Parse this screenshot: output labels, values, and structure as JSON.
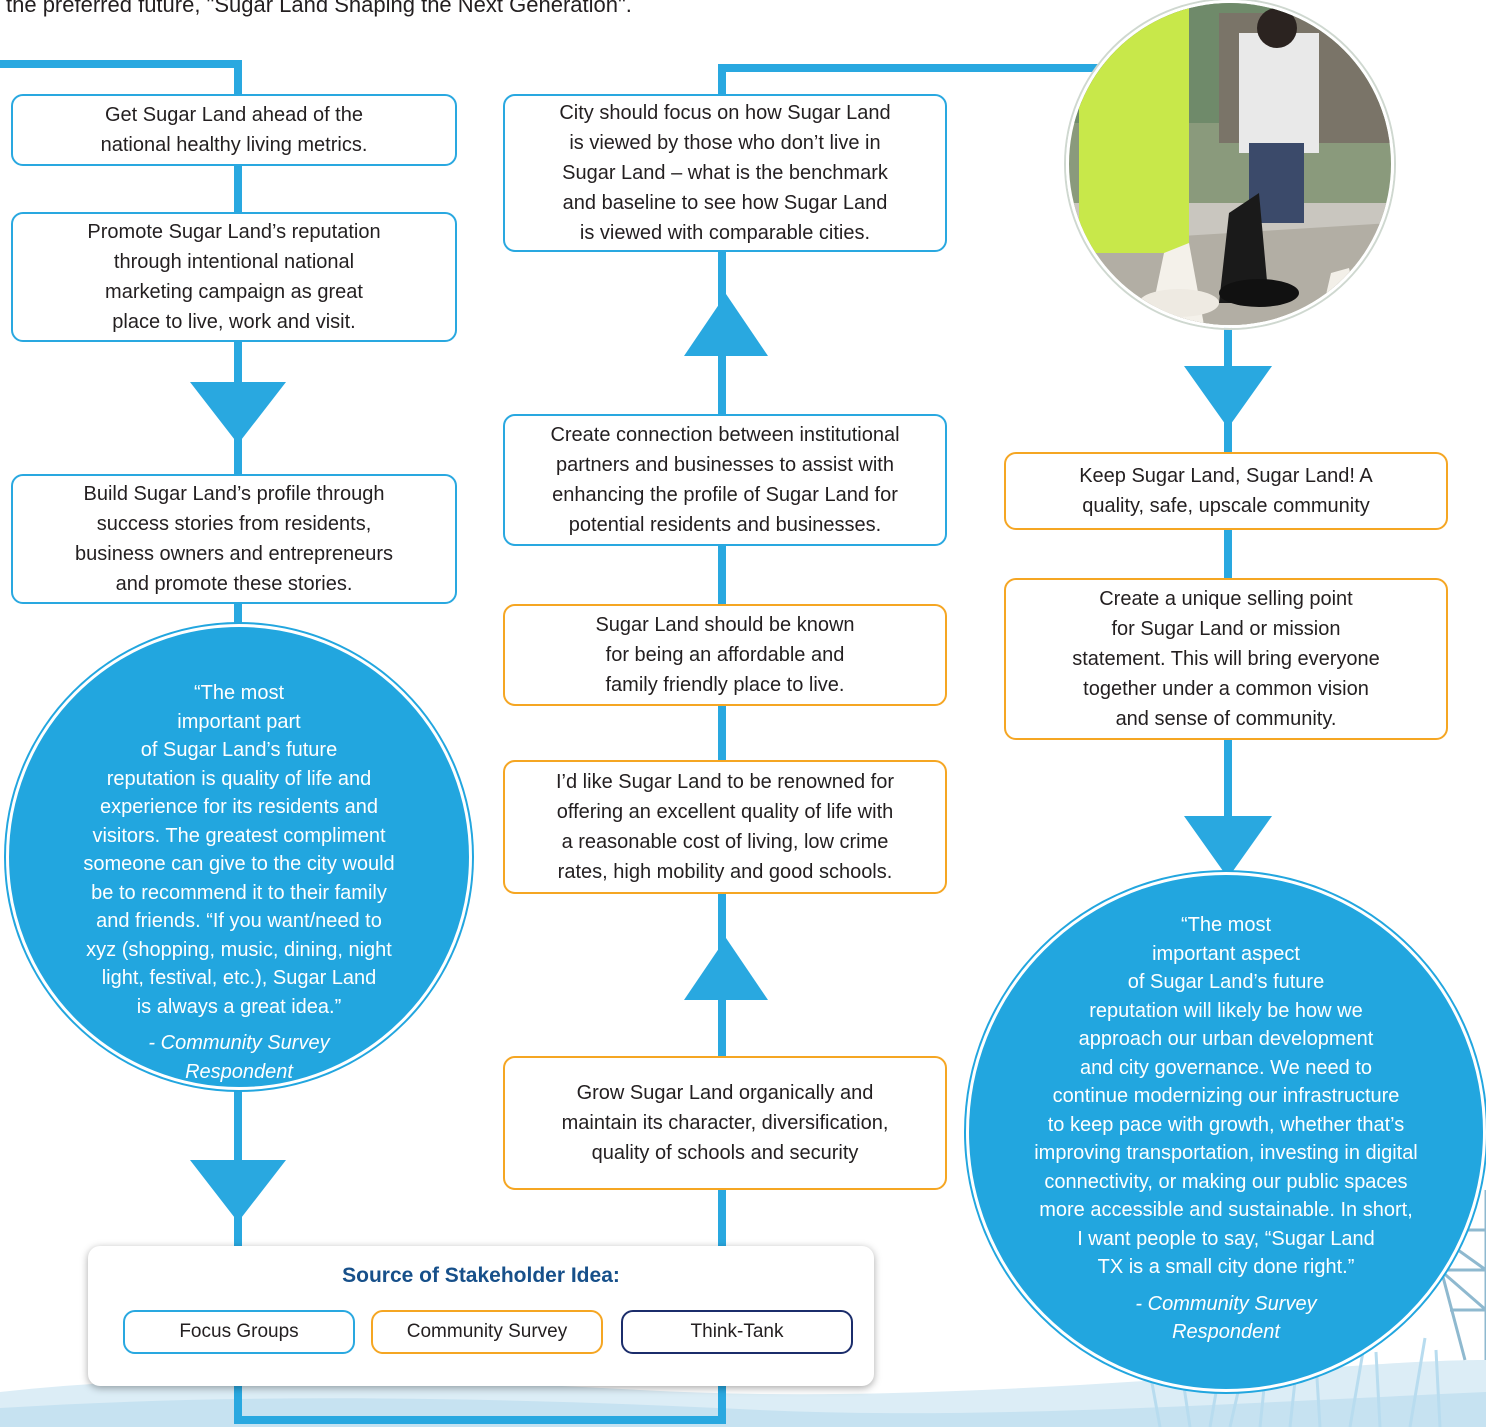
{
  "intro_text": "the preferred future, \"Sugar Land Shaping the Next Generation\".",
  "colors": {
    "blue": "#29a8e0",
    "orange": "#f5a623",
    "navy": "#1b2d6b",
    "circle": "#22a6df",
    "title": "#17508a"
  },
  "col1": {
    "box1": [
      "Get Sugar Land ahead of the",
      "national healthy living metrics."
    ],
    "box2": [
      "Promote Sugar Land’s reputation",
      "through intentional national",
      "marketing campaign as great",
      "place to live, work and visit."
    ],
    "box3": [
      "Build Sugar Land’s profile through",
      "success stories from residents,",
      "business owners and entrepreneurs",
      "and promote these stories."
    ],
    "quote_lines": [
      "“The most",
      "important part",
      "of Sugar Land’s future",
      "reputation is quality of life and",
      "experience for its residents and",
      "visitors. The greatest compliment",
      "someone can give to the city would",
      "be to recommend it to their family",
      "and friends. “If you want/need to",
      "xyz (shopping, music, dining, night",
      "light, festival, etc.), Sugar Land",
      "is always a great idea.”"
    ],
    "quote_attr": [
      "- Community Survey",
      "Respondent"
    ]
  },
  "col2": {
    "box1": [
      "City should focus on how Sugar Land",
      "is viewed by those who don’t live in",
      "Sugar Land – what is the benchmark",
      "and baseline to see how Sugar Land",
      "is viewed with comparable cities."
    ],
    "box2": [
      "Create connection between institutional",
      "partners and businesses to assist with",
      "enhancing the profile of Sugar Land for",
      "potential residents and businesses."
    ],
    "box3": [
      "Sugar Land should be known",
      "for being an affordable and",
      "family friendly place to live."
    ],
    "box4": [
      "I’d like Sugar Land to be renowned for",
      "offering an excellent quality of life with",
      "a reasonable cost of living, low crime",
      "rates, high mobility and good schools."
    ],
    "box5": [
      "Grow Sugar Land organically and",
      "maintain its character, diversification,",
      "quality of schools and security"
    ]
  },
  "col3": {
    "box1": [
      "Keep Sugar Land, Sugar Land! A",
      "quality, safe, upscale community"
    ],
    "box2": [
      "Create a unique selling point",
      "for Sugar Land or mission",
      "statement. This will bring everyone",
      "together under a common vision",
      "and sense of community."
    ],
    "quote_lines": [
      "“The most",
      "important aspect",
      "of Sugar Land’s future",
      "reputation will likely be how we",
      "approach our urban development",
      "and city governance. We need to",
      "continue modernizing our infrastructure",
      "to keep pace with growth, whether that’s",
      "improving transportation, investing in digital",
      "connectivity, or making our public spaces",
      "more accessible and sustainable. In short,",
      "I want people to say, “Sugar Land",
      "TX is a small city done right.”"
    ],
    "quote_attr": [
      "- Community Survey",
      "Respondent"
    ]
  },
  "legend": {
    "title": "Source of Stakeholder Idea:",
    "focus_groups": "Focus Groups",
    "community_survey": "Community Survey",
    "think_tank": "Think-Tank"
  }
}
